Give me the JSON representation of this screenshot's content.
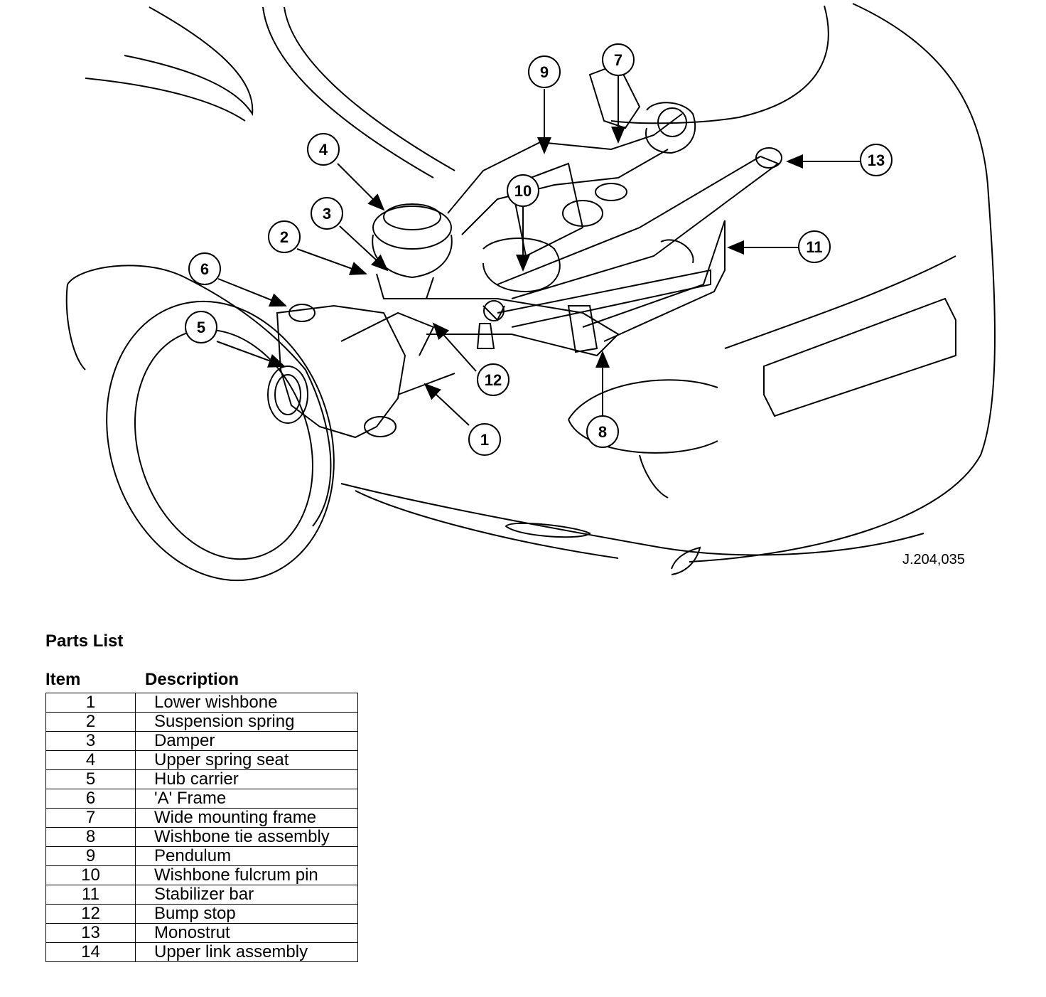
{
  "figure": {
    "reference_code": "J.204,035",
    "callouts": [
      "1",
      "2",
      "3",
      "4",
      "5",
      "6",
      "7",
      "8",
      "9",
      "10",
      "11",
      "12",
      "13"
    ]
  },
  "parts_list": {
    "title": "Parts List",
    "headers": {
      "item": "Item",
      "description": "Description"
    },
    "rows": [
      {
        "item": "1",
        "description": "Lower wishbone"
      },
      {
        "item": "2",
        "description": "Suspension spring"
      },
      {
        "item": "3",
        "description": "Damper"
      },
      {
        "item": "4",
        "description": "Upper spring seat"
      },
      {
        "item": "5",
        "description": "Hub carrier"
      },
      {
        "item": "6",
        "description": "'A' Frame"
      },
      {
        "item": "7",
        "description": "Wide mounting frame"
      },
      {
        "item": "8",
        "description": "Wishbone tie assembly"
      },
      {
        "item": "9",
        "description": "Pendulum"
      },
      {
        "item": "10",
        "description": "Wishbone fulcrum pin"
      },
      {
        "item": "11",
        "description": "Stabilizer bar"
      },
      {
        "item": "12",
        "description": "Bump stop"
      },
      {
        "item": "13",
        "description": "Monostrut"
      },
      {
        "item": "14",
        "description": "Upper link assembly"
      }
    ]
  }
}
